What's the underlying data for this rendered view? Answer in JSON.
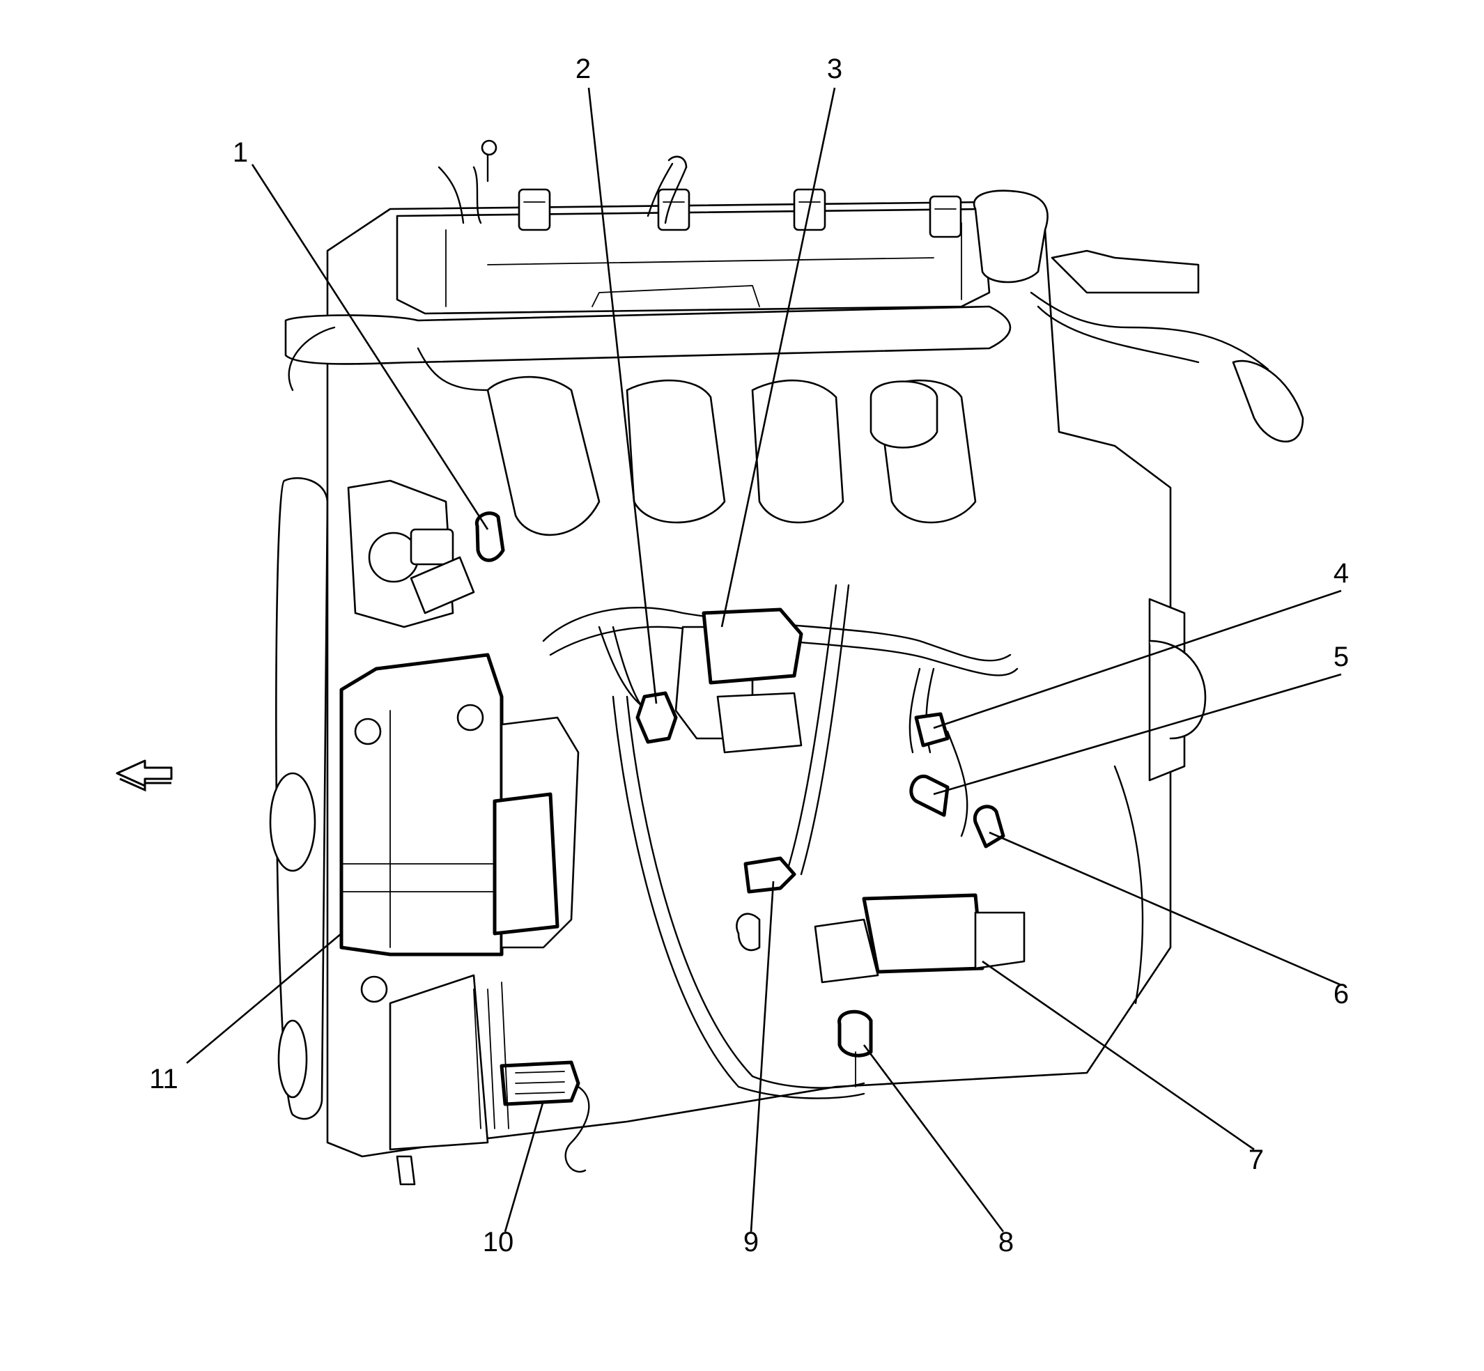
{
  "callouts": [
    {
      "id": "1",
      "label": "1"
    },
    {
      "id": "2",
      "label": "2"
    },
    {
      "id": "3",
      "label": "3"
    },
    {
      "id": "4",
      "label": "4"
    },
    {
      "id": "5",
      "label": "5"
    },
    {
      "id": "6",
      "label": "6"
    },
    {
      "id": "7",
      "label": "7"
    },
    {
      "id": "8",
      "label": "8"
    },
    {
      "id": "9",
      "label": "9"
    },
    {
      "id": "10",
      "label": "10"
    },
    {
      "id": "11",
      "label": "11"
    }
  ],
  "front_indicator_icon": "hollow-arrow-left-icon",
  "line_color": "#000000",
  "background_color": "#ffffff"
}
